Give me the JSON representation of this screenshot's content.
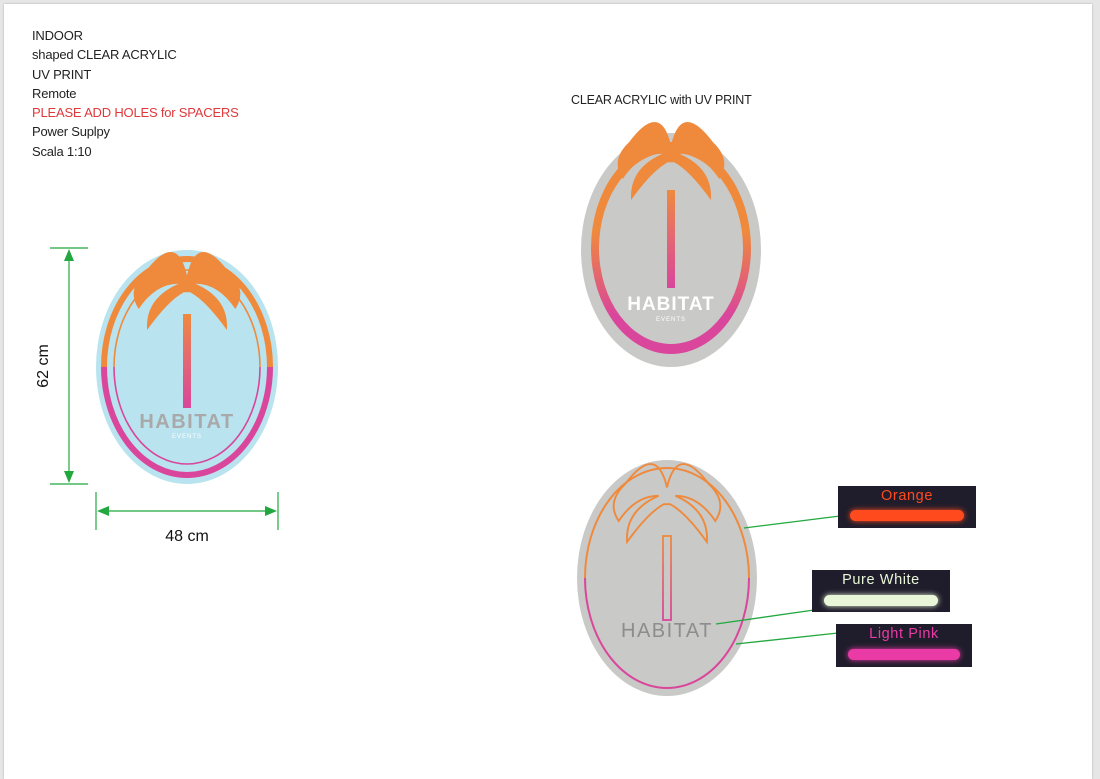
{
  "spec_lines": {
    "indoor": "INDOOR",
    "material": "shaped CLEAR ACRYLIC",
    "print": "UV PRINT",
    "remote": "Remote",
    "holes_note": "PLEASE ADD HOLES for SPACERS",
    "power": "Power Suplpy",
    "scale": "Scala 1:10"
  },
  "dimensions": {
    "height": "62 cm",
    "width": "48 cm"
  },
  "preview_title": "CLEAR ACRYLIC with UV PRINT",
  "logo": {
    "brand": "HABITAT",
    "sub": "EVENTS"
  },
  "swatches": [
    {
      "name": "Orange",
      "color": "#ff4a1e"
    },
    {
      "name": "Pure White",
      "color": "#e9f7d8"
    },
    {
      "name": "Light Pink",
      "color": "#e93aa6"
    }
  ],
  "colors": {
    "orange": "#ef8a3c",
    "pink": "#d9469b",
    "sky": "#b8e3ef",
    "acrylic": "#c9c9c7",
    "dimension": "#22a83f",
    "warning": "#e0393c"
  }
}
